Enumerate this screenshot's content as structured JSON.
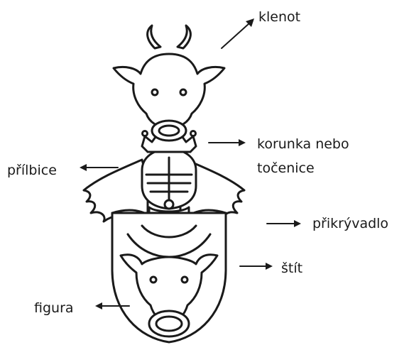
{
  "labels": {
    "klenot": "klenot",
    "korunka_line1": "korunka nebo",
    "korunka_line2": "točenice",
    "prilbice": "přílbice",
    "prikryvadlo": "přikrývadlo",
    "stit": "štít",
    "figura": "figura"
  },
  "icons": {
    "coat_of_arms": "coat-of-arms-icon"
  },
  "colors": {
    "ink": "#1a1a1a",
    "background": "#ffffff"
  }
}
